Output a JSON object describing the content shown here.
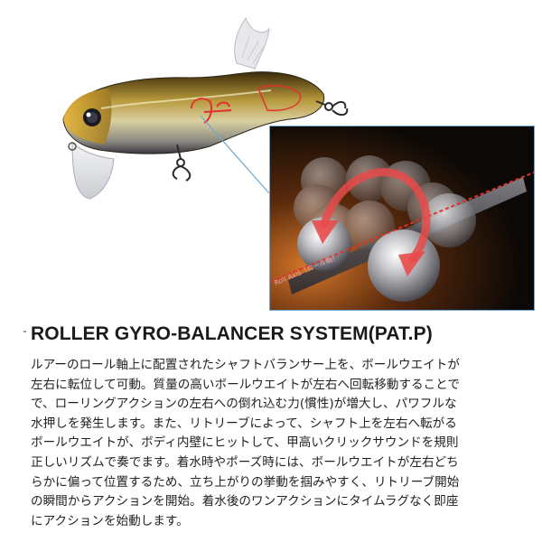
{
  "figure": {
    "axis_label": "Roll Axis（ロール軸）"
  },
  "heading": "ROLLER GYRO-BALANCER SYSTEM(PAT.P)",
  "body_lines": [
    "ルアーのロール軸上に配置されたシャフトバランサー上を、ボールウエイトが",
    "左右に転位して可動。質量の高いボールウエイトが左右へ回転移動することで",
    "で、ローリングアクションの左右への倒れ込む力(慣性)が増大し、パワフルな",
    "水押しを発生します。また、リトリーブによって、シャフト上を左右へ転がる",
    "ボールウエイトが、ボディ内壁にヒットして、甲高いクリックサウンドを規則",
    "正しいリズムで奏でます。着水時やポーズ時には、ボールウエイトが左右どち",
    "らかに偏って位置するため、立ち上がりの挙動を掴みやすく、リトリーブ開始",
    "の瞬間からアクションを開始。着水後のワンアクションにタイムラグなく即座",
    "にアクションを始動します。"
  ]
}
